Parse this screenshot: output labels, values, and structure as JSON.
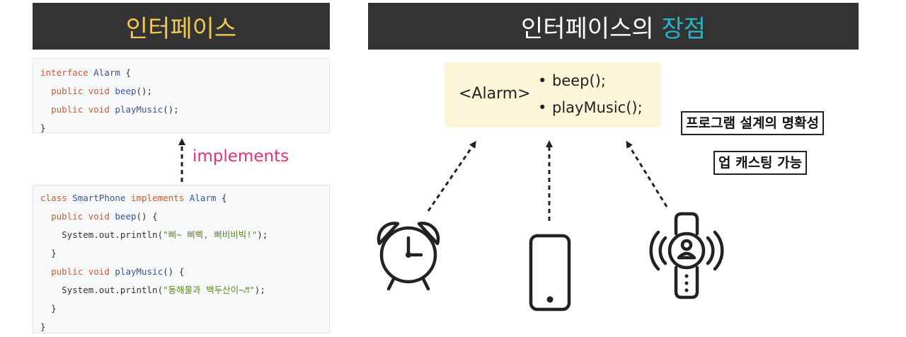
{
  "left_title": "인터페이스",
  "right_title": {
    "main": "인터페이스의 ",
    "accent": "장점"
  },
  "interface_code": {
    "line1": {
      "kw": "interface",
      "name": "Alarm",
      "tail": " {"
    },
    "line2": {
      "mod": "public void",
      "fn": "beep",
      "tail": "();"
    },
    "line3": {
      "mod": "public void",
      "fn": "playMusic",
      "tail": "();"
    },
    "line4": "}"
  },
  "implements_label": "implements",
  "class_code": {
    "line1": {
      "kw": "class",
      "name": "SmartPhone",
      "impl": "implements",
      "iface": "Alarm",
      "tail": " {"
    },
    "line2": {
      "mod": "public void",
      "fn": "beep",
      "tail": "() {"
    },
    "line3": {
      "call": "System.out.println(",
      "str": "\"삐~ 삐삑, 삐비비빅!\"",
      "tail": ");"
    },
    "line4": "}",
    "line5": {
      "mod": "public void",
      "fn": "playMusic",
      "tail": "() {"
    },
    "line6": {
      "call": "System.out.println(",
      "str": "\"동해물과 백두산이~♬\"",
      "tail": ");"
    },
    "line7": "}",
    "line8": "}"
  },
  "alarm_box": {
    "name": "<Alarm>",
    "methods": [
      "beep();",
      "playMusic();"
    ],
    "bullet": "•"
  },
  "benefits": [
    "프로그램 설계의 명확성",
    "업 캐스팅 가능"
  ],
  "colors": {
    "banner_bg": "#333333",
    "title_yellow": "#f2c94c",
    "accent_cyan": "#2ab3c7",
    "implements_pink": "#e0317a",
    "alarm_box_bg": "#fcf5d8",
    "keyword_orange": "#d35a2d",
    "type_blue": "#3a54a0",
    "string_green": "#5d8a1f"
  },
  "icons": [
    "alarm-clock-icon",
    "smartphone-icon",
    "smartwatch-icon"
  ]
}
